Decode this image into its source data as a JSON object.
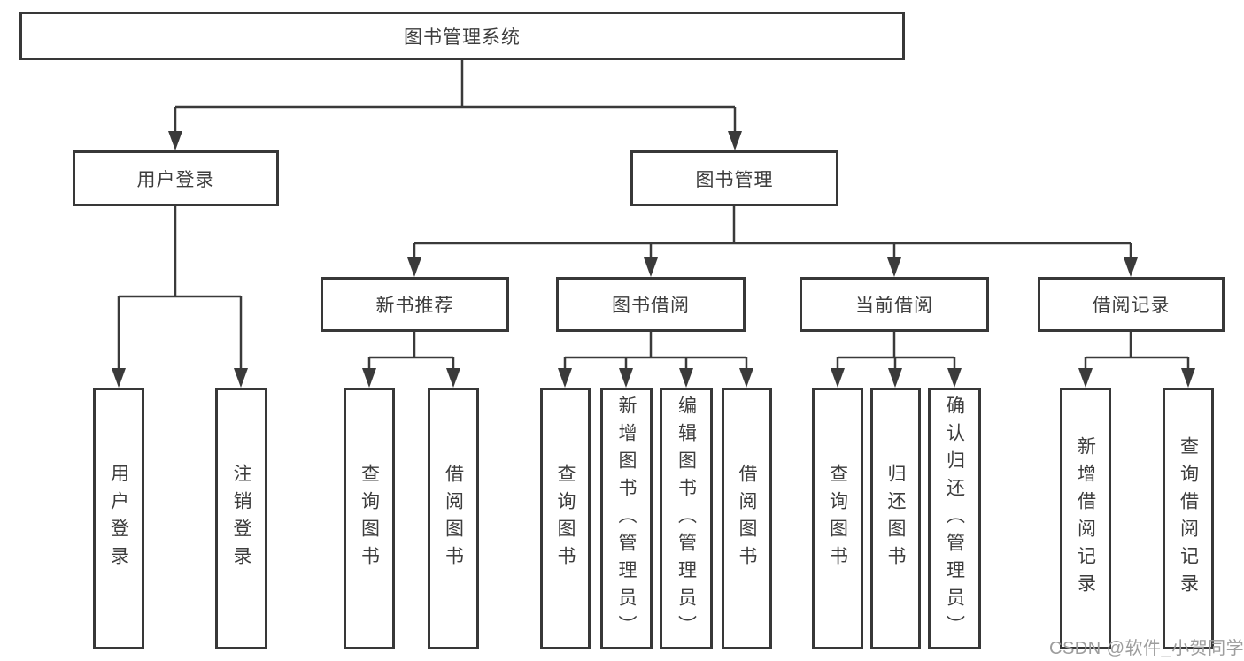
{
  "tree": {
    "root": {
      "label": "图书管理系统"
    },
    "branches": [
      {
        "label": "用户登录",
        "children": [
          {
            "label": "用户登录"
          },
          {
            "label": "注销登录"
          }
        ]
      },
      {
        "label": "图书管理",
        "children": [
          {
            "label": "新书推荐",
            "children": [
              {
                "label": "查询图书"
              },
              {
                "label": "借阅图书"
              }
            ]
          },
          {
            "label": "图书借阅",
            "children": [
              {
                "label": "查询图书"
              },
              {
                "label": "新增图书（管理员）"
              },
              {
                "label": "编辑图书（管理员）"
              },
              {
                "label": "借阅图书"
              }
            ]
          },
          {
            "label": "当前借阅",
            "children": [
              {
                "label": "查询图书"
              },
              {
                "label": "归还图书"
              },
              {
                "label": "确认归还（管理员）"
              }
            ]
          },
          {
            "label": "借阅记录",
            "children": [
              {
                "label": "新增借阅记录"
              },
              {
                "label": "查询借阅记录"
              }
            ]
          }
        ]
      }
    ]
  },
  "watermark": {
    "text": "CSDN @软件_小贺同学"
  },
  "colors": {
    "line": "#3a3a3a",
    "box_border": "#383838",
    "text": "#3d3d3d",
    "watermark": "#9d9d9d",
    "background": "#ffffff"
  }
}
